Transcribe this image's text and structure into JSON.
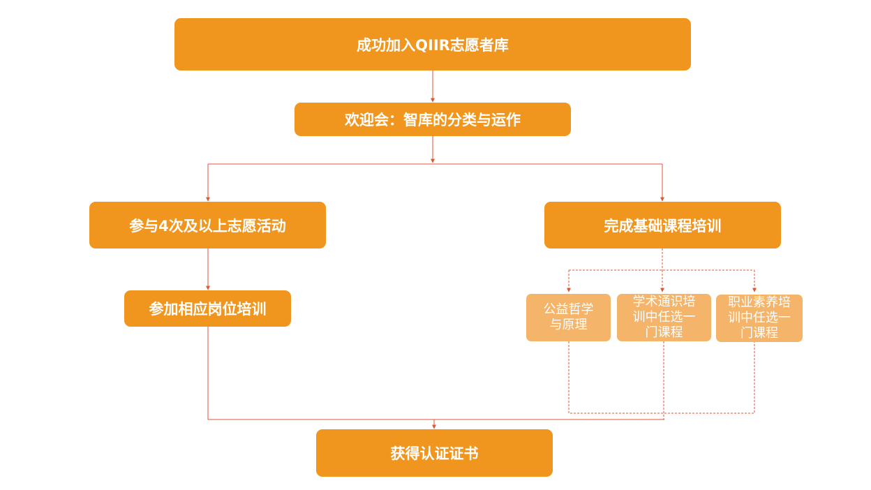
{
  "colors": {
    "box": "#f0961f",
    "box_light": "#f4b46a",
    "connector": "#e2552f",
    "background": "#ffffff"
  },
  "nodes": {
    "join": "成功加入QIIR志愿者库",
    "welcome": "欢迎会：智库的分类与运作",
    "volunteer": "参与4次及以上志愿活动",
    "basic_training": "完成基础课程培训",
    "post_training": "参加相应岗位培训",
    "course_1": "公益哲学\n与原理",
    "course_2": "学术通识培\n训中任选一\n门课程",
    "course_3": "职业素养培\n训中任选一\n门课程",
    "certificate": "获得认证证书"
  }
}
